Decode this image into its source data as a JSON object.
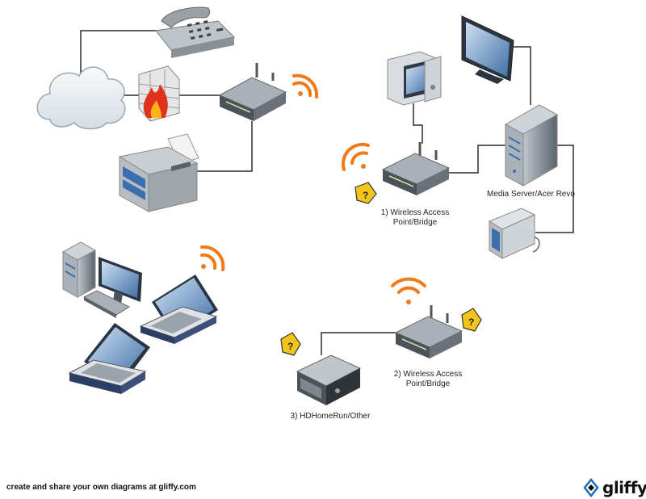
{
  "labels": {
    "media_server": "Media Server/Acer Revo",
    "wap1": "1) Wireless Access Point/Bridge",
    "wap2": "2) Wireless Access Point/Bridge",
    "hdhomerun": "3) HDHomeRun/Other"
  },
  "footer": {
    "tagline": "create and share your own diagrams at gliffy.com",
    "brand": "gliffy"
  },
  "colors": {
    "line": "#2b2b2b",
    "wifi": "#f07a1a",
    "cloud": "#e9eef2",
    "router": "#7e868e",
    "screen": "#5e8fc4"
  }
}
